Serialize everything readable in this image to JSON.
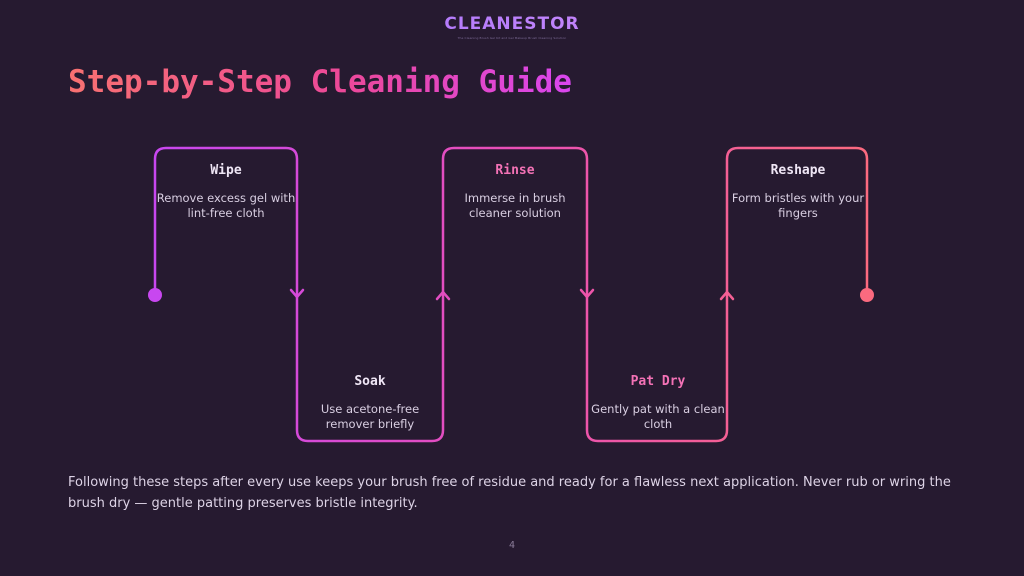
{
  "brand": {
    "name": "CLEANESTOR",
    "tagline": "The Cleaning Brush Gel Kit and Gel Makeup Brush Cleaning Solution"
  },
  "title": "Step-by-Step Cleaning Guide",
  "steps": [
    {
      "name": "Wipe",
      "description": "Remove excess gel with lint-free cloth"
    },
    {
      "name": "Soak",
      "description": "Use acetone-free remover briefly"
    },
    {
      "name": "Rinse",
      "description": "Immerse in brush cleaner solution"
    },
    {
      "name": "Pat Dry",
      "description": "Gently pat with a clean cloth"
    },
    {
      "name": "Reshape",
      "description": "Form bristles with your fingers"
    }
  ],
  "footer_text": "Following these steps after every use keeps your brush free of residue and ready for a flawless next application. Never rub or wring the brush dry — gentle patting preserves bristle integrity.",
  "page_number": "4",
  "colors": {
    "background": "#261a30",
    "gradient_start": "#c847f0",
    "gradient_end": "#fb6a7f",
    "highlight_text": "#f472b6"
  }
}
